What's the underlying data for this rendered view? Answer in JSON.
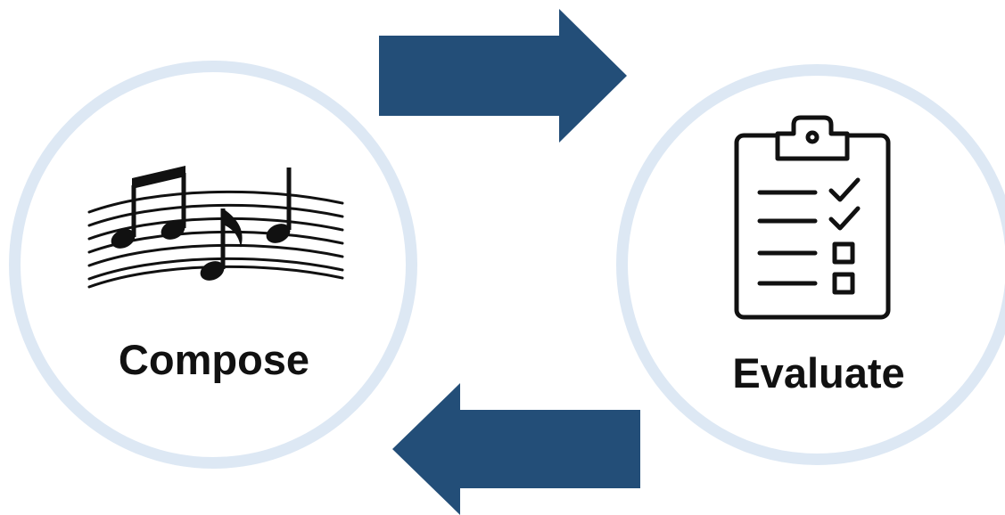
{
  "colors": {
    "arrow": "#234e78",
    "circle_ring": "#dde8f4",
    "icon": "#111111",
    "text": "#111111"
  },
  "nodes": [
    {
      "label": "Compose",
      "icon": "music-notes-icon"
    },
    {
      "label": "Evaluate",
      "icon": "clipboard-checklist-icon"
    }
  ],
  "arrows": [
    {
      "direction": "right",
      "from": "Compose",
      "to": "Evaluate"
    },
    {
      "direction": "left",
      "from": "Evaluate",
      "to": "Compose"
    }
  ]
}
